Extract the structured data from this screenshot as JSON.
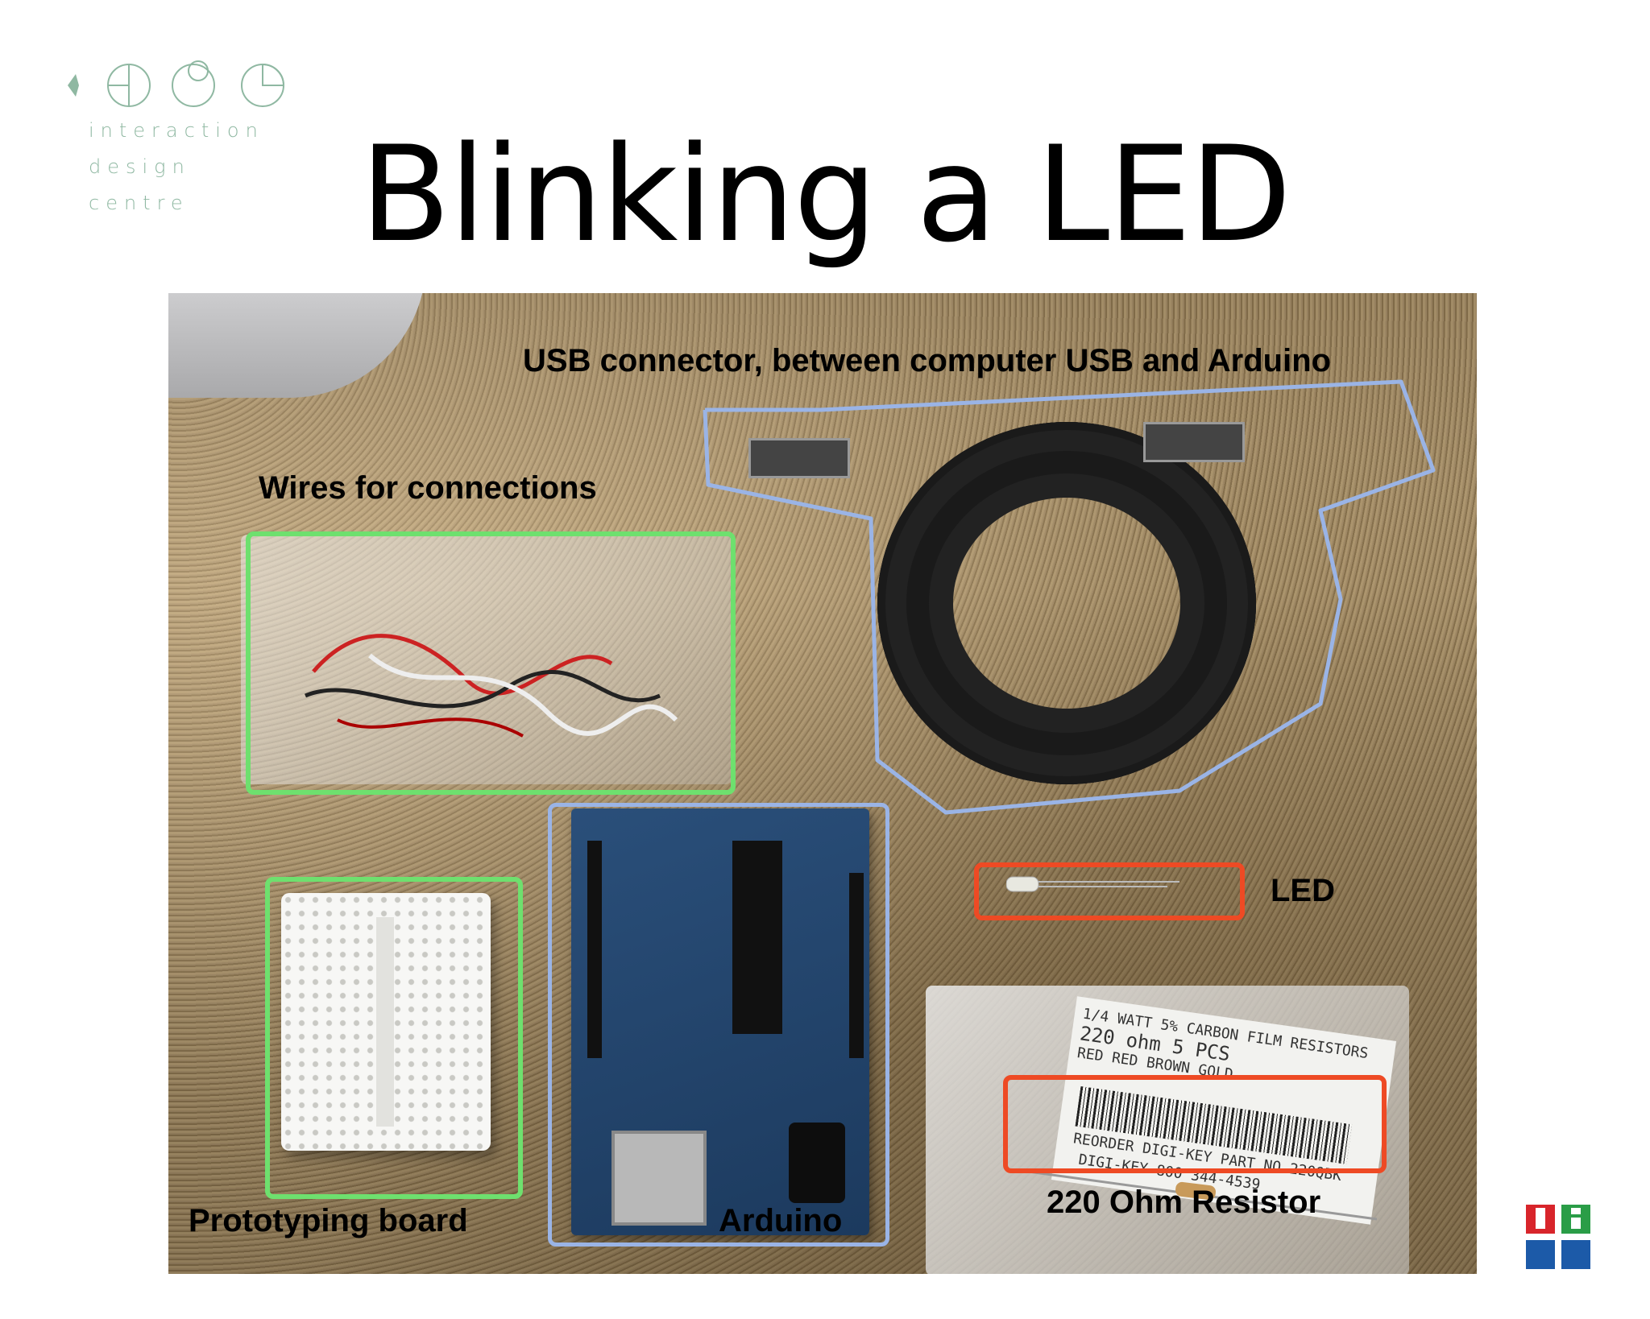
{
  "logo": {
    "line1": "interaction",
    "line2": "design",
    "line3": "centre",
    "color": "#8fb8a2"
  },
  "slide": {
    "title": "Blinking a LED"
  },
  "photo": {
    "captions": {
      "usb": "USB connector, between computer USB and Arduino",
      "wires": "Wires for connections",
      "led": "LED",
      "prototyping": "Prototyping board",
      "arduino": "Arduino",
      "resistor": "220 Ohm Resistor"
    },
    "resistor_label": {
      "line1": "1/4 WATT 5% CARBON FILM RESISTORS",
      "line2": "220   ohm  5 PCS",
      "line3": "RED    RED   BROWN  GOLD",
      "line4": "REORDER DIGI-KEY PART NO 220QBK",
      "line5": "DIGI-KEY 800 344-4539"
    },
    "highlight_colors": {
      "green": "#6ee06e",
      "blue": "#9ab4e6",
      "red": "#ee4a24"
    }
  }
}
